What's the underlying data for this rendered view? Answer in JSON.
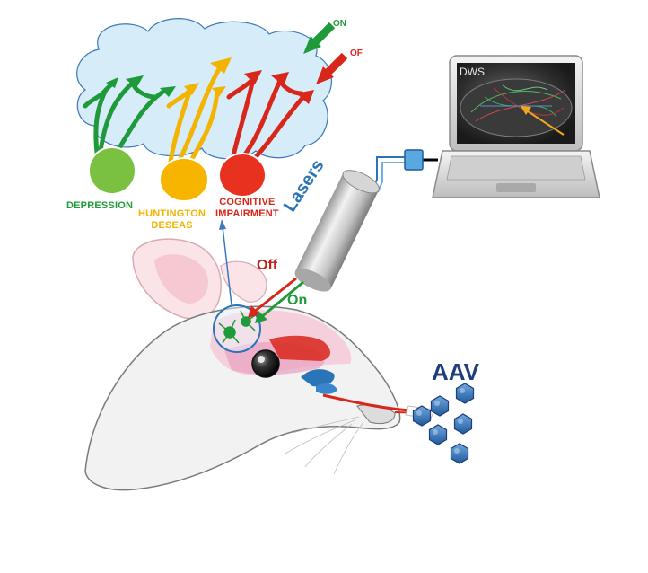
{
  "legend": {
    "on_label": "ON",
    "off_label": "OF"
  },
  "conditions": [
    {
      "name": "DEPRESSION",
      "color": "#1f9a3a"
    },
    {
      "name": "HUNTINGTON DESEAS",
      "line1": "HUNTINGTON",
      "line2": "DESEAS",
      "color": "#f2b400"
    },
    {
      "name": "COGNITIVE IMPAIRMENT",
      "line1": "COGNITIVE",
      "line2": "IMPAIRMENT",
      "color": "#d8261b"
    }
  ],
  "laptop": {
    "screen_label": "DWS"
  },
  "lasers": {
    "label": "Lasers",
    "color": "#2a74b8"
  },
  "beams": {
    "off_label": "Off",
    "on_label": "On",
    "off_color": "#c0221a",
    "on_color": "#1f9a3a"
  },
  "virus": {
    "label": "AAV",
    "color": "#1d3e7a",
    "particle_color": "#2f6fb5"
  },
  "colors": {
    "cloud": "#d6ecf8",
    "cloud_edge": "#3b79b8",
    "neuron_green": "#1f9a3a",
    "neuron_yellow": "#f2b400",
    "neuron_red": "#d8261b"
  }
}
